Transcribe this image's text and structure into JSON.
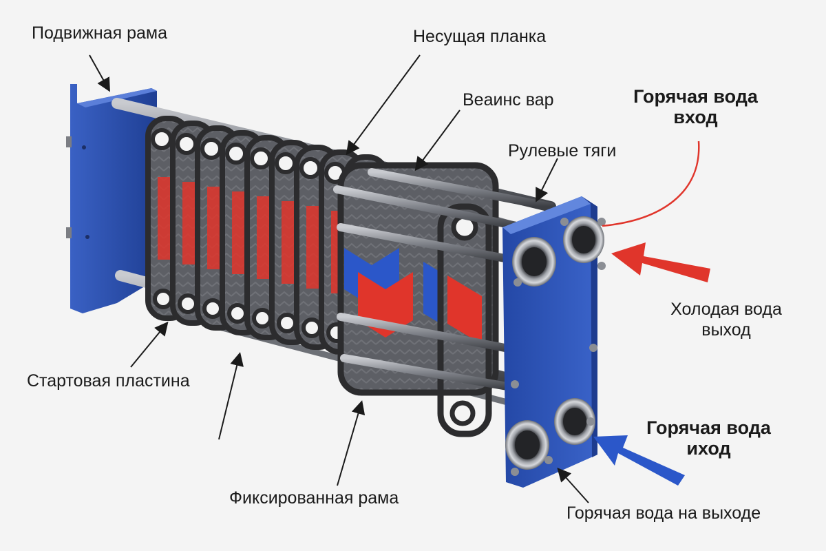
{
  "labels": {
    "movable_frame": "Подвижная рама",
    "carrying_bar": "Несущая планка",
    "guide_bar": "Веаинс вар",
    "hot_in_line1": "Горячая вода",
    "hot_in_line2": "вход",
    "tie_rods": "Рулевые тяги",
    "cold_out_line1": "Холодая вода",
    "cold_out_line2": "выход",
    "start_plate": "Стартовая пластина",
    "hot_out_line1": "Горячая вода",
    "hot_out_line2": "иход",
    "fixed_frame": "Фиксированная рама",
    "hot_outlet": "Горячая вода на выходе"
  },
  "colors": {
    "frame_blue": "#2f55b8",
    "hot_red": "#e0352b",
    "cold_blue": "#2b57c9",
    "gasket": "#2c2c2e",
    "plate": "#5a5b60",
    "rod": "#8f9196"
  },
  "icons": {
    "hot_arrow": "arrow-left-icon",
    "cold_arrow": "arrow-left-icon"
  }
}
